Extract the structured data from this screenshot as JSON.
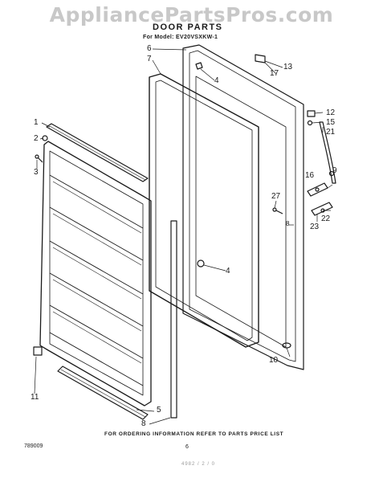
{
  "watermark": "AppliancePartsPros.com",
  "title": "DOOR PARTS",
  "model_line": "For Model: EV20VSXKW-1",
  "order_note": "FOR ORDERING INFORMATION REFER TO PARTS PRICE LIST",
  "pub_number": "789009",
  "page_number": "6",
  "footer_code": "4982 / 2 / 0",
  "callouts": {
    "c1": "1",
    "c2": "2",
    "c3": "3",
    "c4a": "4",
    "c4b": "4",
    "c5": "5",
    "c6": "6",
    "c7": "7",
    "c8a": "8",
    "c8b": "8",
    "c9": "9",
    "c10": "10",
    "c11": "11",
    "c12": "12",
    "c13": "13",
    "c15": "15",
    "c16": "16",
    "c17": "17",
    "c21": "21",
    "c22": "22",
    "c23": "23",
    "c27": "27"
  }
}
